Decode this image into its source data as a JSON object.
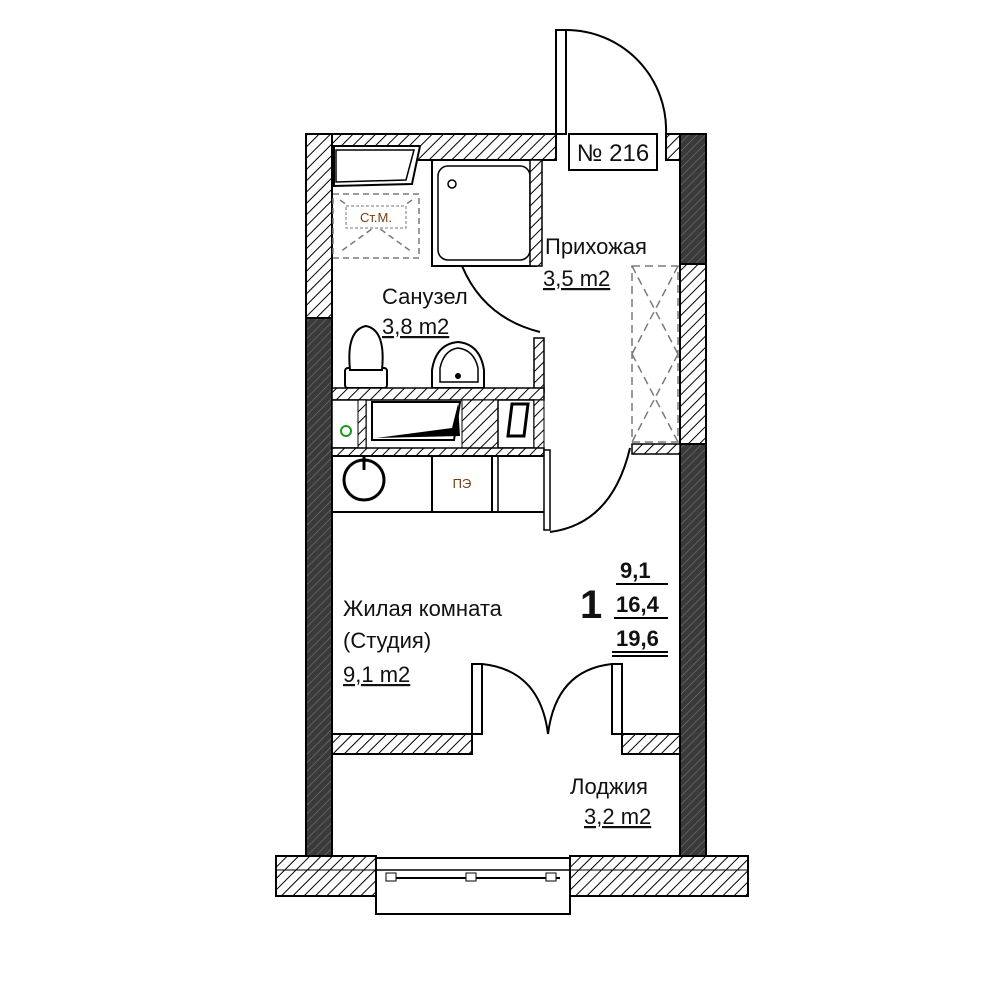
{
  "apartment": {
    "number_label": "№ 216",
    "room_count": "1"
  },
  "rooms": {
    "bathroom": {
      "name": "Санузел",
      "area": "3,8 m2"
    },
    "hallway": {
      "name": "Прихожая",
      "area": "3,5 m2"
    },
    "living": {
      "name_line1": "Жилая комната",
      "name_line2": "(Студия)",
      "area": "9,1 m2"
    },
    "loggia": {
      "name": "Лоджия",
      "area": "3,2 m2"
    }
  },
  "areas_summary": {
    "living": "9,1",
    "total_no_loggia": "16,4",
    "total": "19,6"
  },
  "fixtures": {
    "washer_label": "Ст.М.",
    "stove_label": "ПЭ"
  },
  "colors": {
    "wall_dark": "#333333",
    "wall_hatch": "#000000",
    "fixture_label": "#7a3b10",
    "indicator": "#1a9a1a",
    "dashed": "#7a7a7a"
  }
}
